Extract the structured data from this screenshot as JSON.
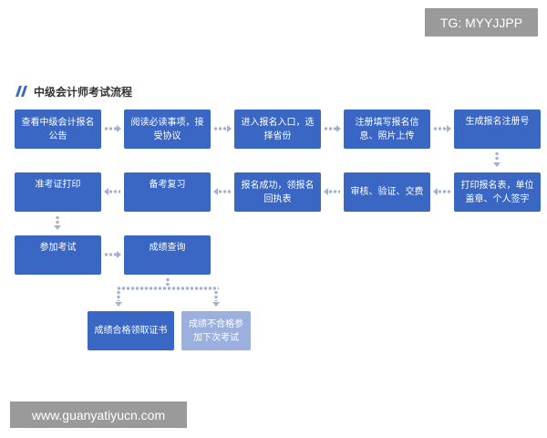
{
  "watermark_top": "TG: MYYJJPP",
  "watermark_bottom": "www.guanyatiyucn.com",
  "title": "中级会计师考试流程",
  "colors": {
    "node": "#3a67c4",
    "node_light": "#9bb0df",
    "connector": "#9fb0d6",
    "title_icon": "#3a67c4"
  },
  "icons": {
    "title": "double-slash-icon"
  },
  "nodes": {
    "n1": "查看中级会计报名公告",
    "n2": "阅读必读事项，接受协议",
    "n3": "进入报名入口，选择省份",
    "n4": "注册填写报名信息、照片上传",
    "n5": "生成报名注册号",
    "n6": "打印报名表，单位盖章、个人签字",
    "n7": "审核、验证、交费",
    "n8": "报名成功，领报名回执表",
    "n9": "备考复习",
    "n10": "准考证打印",
    "n11": "参加考试",
    "n12": "成绩查询",
    "n13": "成绩合格领取证书",
    "n14": "成绩不合格参加下次考试"
  }
}
